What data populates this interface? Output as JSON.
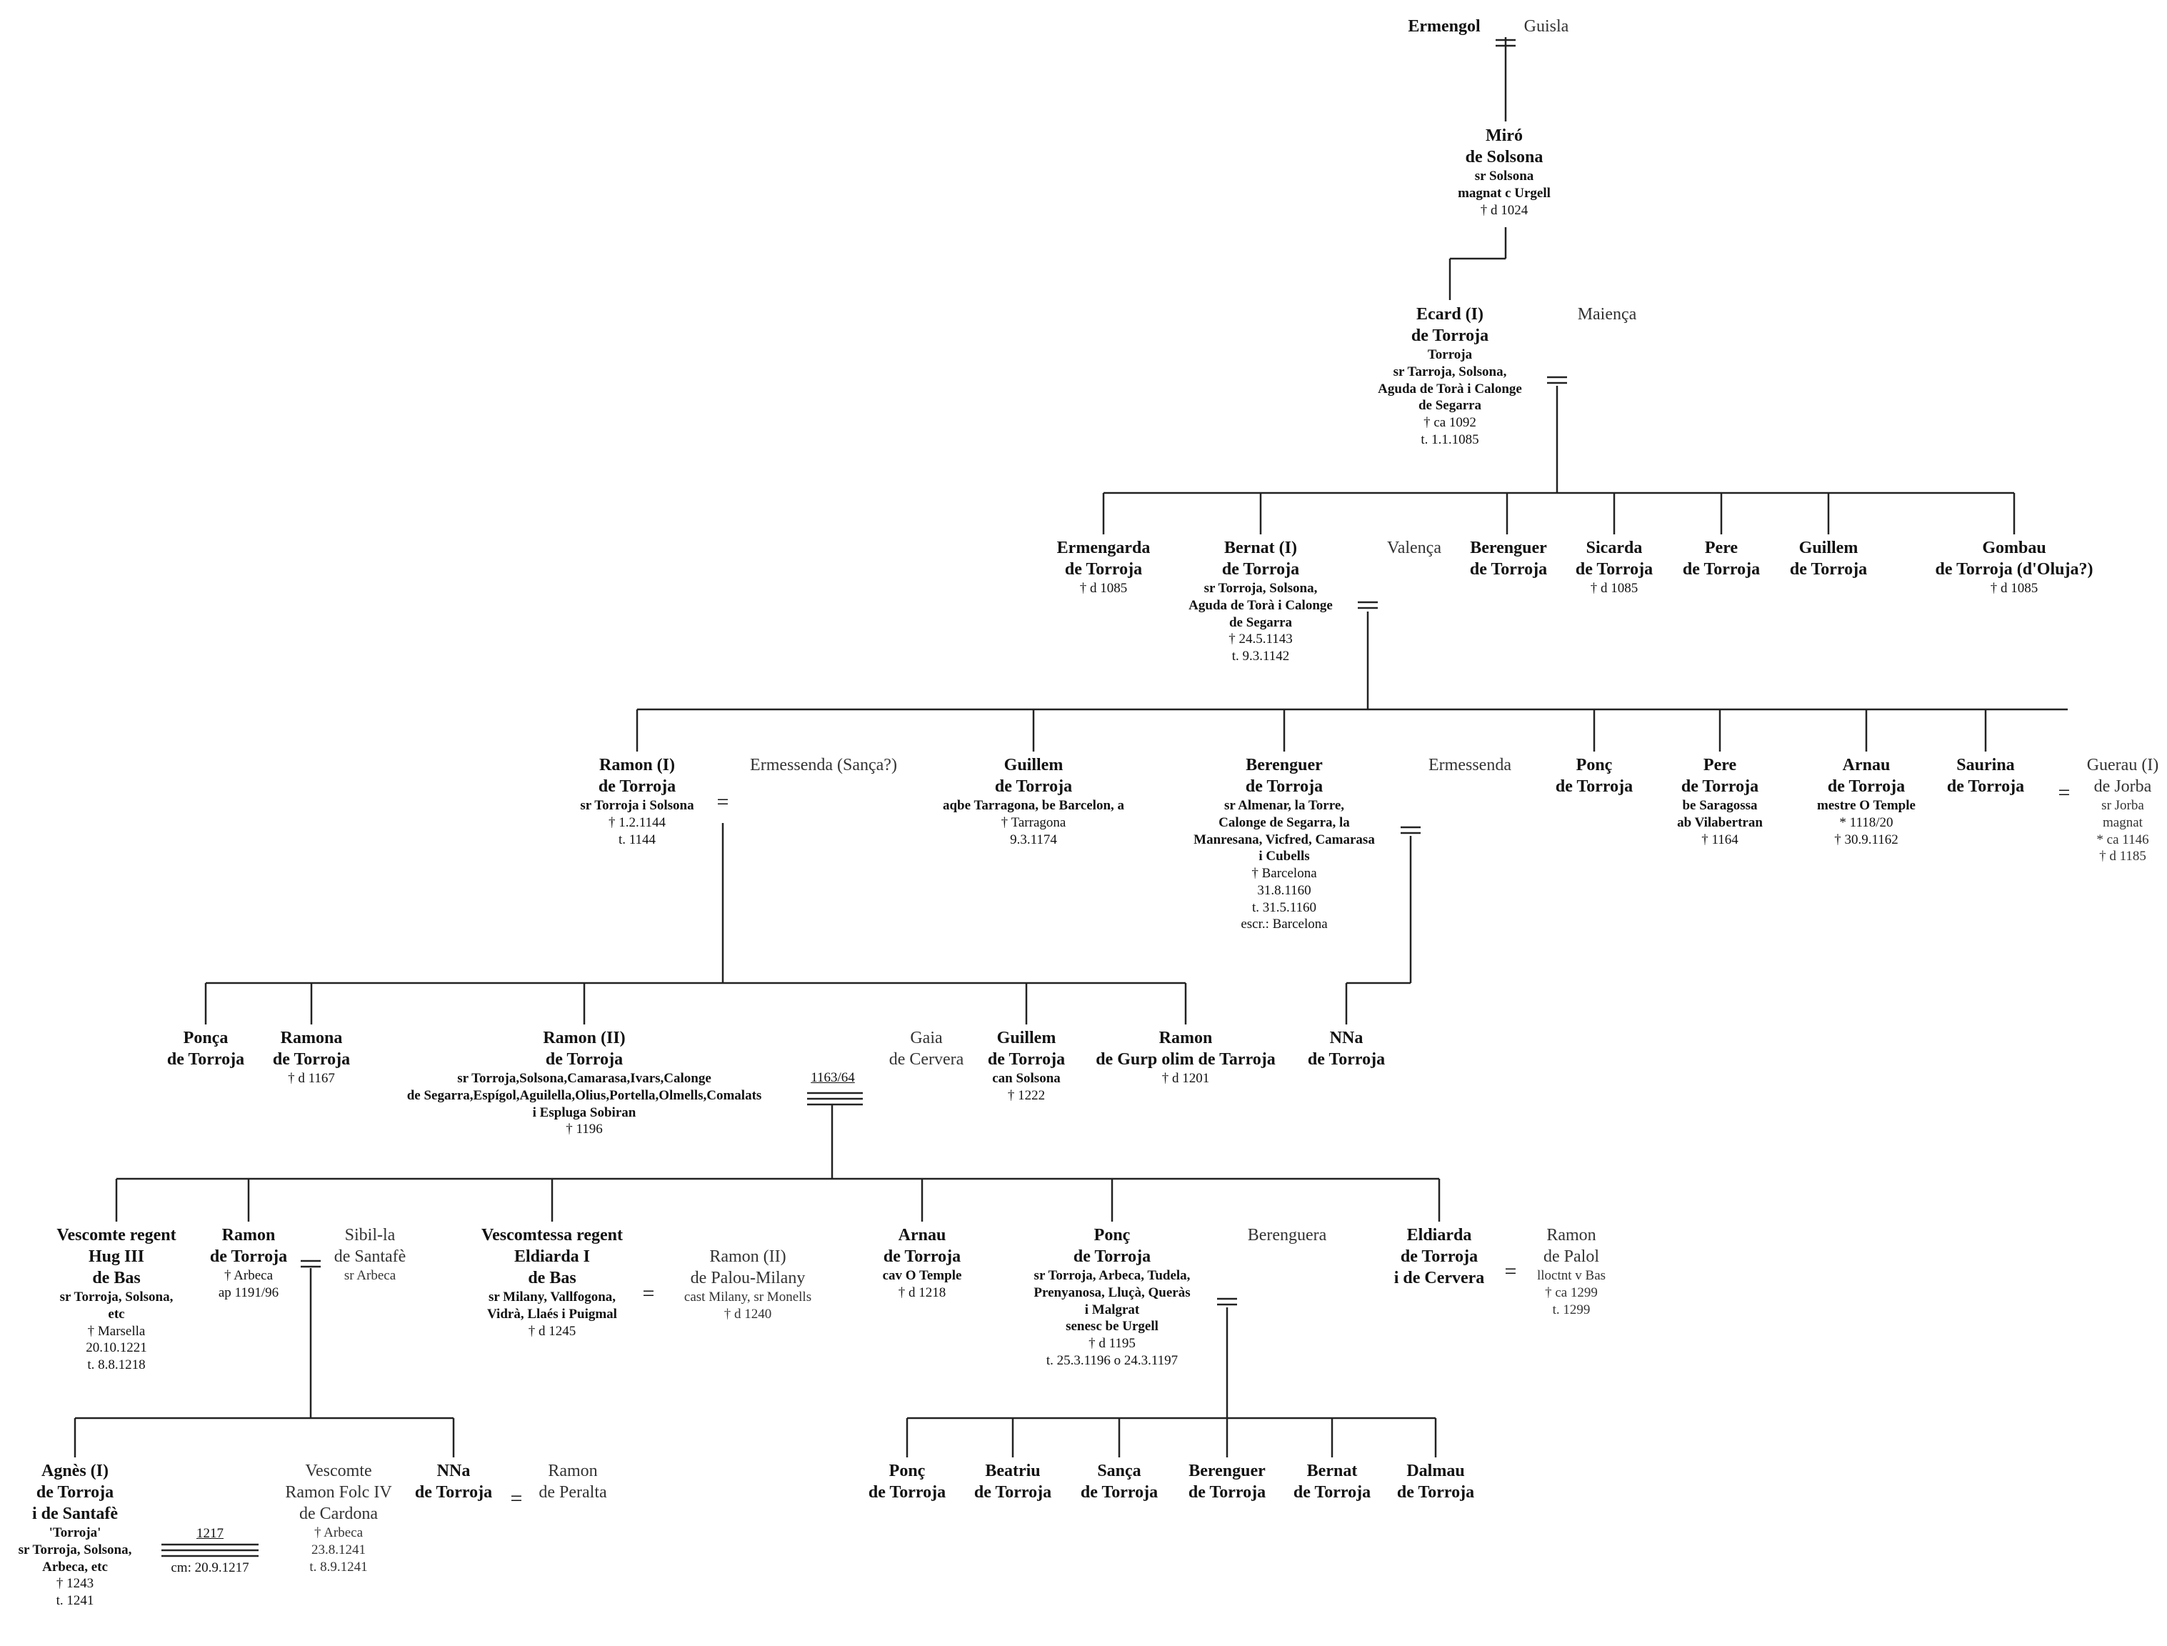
{
  "persons": {
    "ermengol": {
      "name": "Ermengol"
    },
    "guisla": {
      "name": "Guisla"
    },
    "miro": {
      "name": "Miró",
      "house": "de Solsona",
      "title1": "sr Solsona",
      "title2": "magnat c Urgell",
      "d1": "† d 1024"
    },
    "ecard": {
      "name": "Ecard (I)",
      "house": "de Torroja",
      "t1": "Torroja",
      "t2": "sr Tarroja, Solsona,",
      "t3": "Aguda de Torà i Calonge",
      "t4": "de Segarra",
      "d1": "† ca 1092",
      "d2": "t. 1.1.1085"
    },
    "maienca": {
      "name": "Maiença"
    },
    "ermengarda": {
      "name": "Ermengarda",
      "house": "de Torroja",
      "d1": "† d 1085"
    },
    "bernat": {
      "name": "Bernat (I)",
      "house": "de Torroja",
      "t1": "sr Torroja, Solsona,",
      "t2": "Aguda de Torà i Calonge",
      "t3": "de Segarra",
      "d1": "† 24.5.1143",
      "d2": "t. 9.3.1142"
    },
    "valenca": {
      "name": "Valença"
    },
    "berenguer1": {
      "name": "Berenguer",
      "house": "de Torroja"
    },
    "sicarda": {
      "name": "Sicarda",
      "house": "de Torroja",
      "d1": "† d 1085"
    },
    "pere1": {
      "name": "Pere",
      "house": "de Torroja"
    },
    "guillem1": {
      "name": "Guillem",
      "house": "de Torroja"
    },
    "gombau": {
      "name": "Gombau",
      "house": "de Torroja (d'Oluja?)",
      "d1": "† d 1085"
    },
    "ramon1": {
      "name": "Ramon (I)",
      "house": "de Torroja",
      "t1": "sr Torroja i Solsona",
      "d1": "† 1.2.1144",
      "d2": "t. 1144"
    },
    "ermessenda_s": {
      "name": "Ermessenda (Sança?)"
    },
    "guillem2": {
      "name": "Guillem",
      "house": "de Torroja",
      "t1": "aqbe Tarragona, be Barcelon, a",
      "d1": "† Tarragona",
      "d2": "9.3.1174"
    },
    "berenguer2": {
      "name": "Berenguer",
      "house": "de Torroja",
      "t1": "sr Almenar, la Torre,",
      "t2": "Calonge de Segarra, la",
      "t3": "Manresana, Vicfred, Camarasa",
      "t4": "i Cubells",
      "d1": "† Barcelona",
      "d2": "31.8.1160",
      "d3": "t. 31.5.1160",
      "d4": "escr.: Barcelona"
    },
    "ermessenda": {
      "name": "Ermessenda"
    },
    "ponc1": {
      "name": "Ponç",
      "house": "de Torroja"
    },
    "pere2": {
      "name": "Pere",
      "house": "de Torroja",
      "t1": "be Saragossa",
      "t2": "ab Vilabertran",
      "d1": "† 1164"
    },
    "arnau1": {
      "name": "Arnau",
      "house": "de Torroja",
      "t1": "mestre O Temple",
      "d1": "* 1118/20",
      "d2": "† 30.9.1162"
    },
    "saurina": {
      "name": "Saurina",
      "house": "de Torroja"
    },
    "guerau": {
      "name": "Guerau (I)",
      "house": "de Jorba",
      "t1": "sr Jorba",
      "t2": "magnat",
      "d1": "* ca 1146",
      "d2": "† d 1185"
    },
    "ponca": {
      "name": "Ponça",
      "house": "de Torroja"
    },
    "ramona": {
      "name": "Ramona",
      "house": "de Torroja",
      "d1": "† d 1167"
    },
    "ramon2": {
      "name": "Ramon (II)",
      "house": "de Torroja",
      "t1": "sr Torroja,Solsona,Camarasa,Ivars,Calonge",
      "t2": "de Segarra,Espígol,Aguilella,Olius,Portella,Olmells,Comalats",
      "t3": "i Espluga Sobiran",
      "d1": "† 1196"
    },
    "gaia": {
      "name": "Gaia",
      "house": "de Cervera"
    },
    "guillem3": {
      "name": "Guillem",
      "house": "de Torroja",
      "t1": "can Solsona",
      "d1": "† 1222"
    },
    "ramon_gurp": {
      "name": "Ramon",
      "house": "de Gurp olim de Tarroja",
      "d1": "† d 1201"
    },
    "nna1": {
      "name": "NNa",
      "house": "de Torroja"
    },
    "hug": {
      "name": "Vescomte regent",
      "n2": "Hug III",
      "house": "de Bas",
      "t1": "sr Torroja, Solsona,",
      "t2": "etc",
      "d1": "† Marsella",
      "d2": "20.10.1221",
      "d3": "t. 8.8.1218"
    },
    "ramon3": {
      "name": "Ramon",
      "house": "de Torroja",
      "d1": "† Arbeca",
      "d2": "ap 1191/96"
    },
    "sibilla": {
      "name": "Sibil-la",
      "house": "de Santafè",
      "t1": "sr Arbeca"
    },
    "eldiarda1": {
      "name": "Vescomtessa regent",
      "n2": "Eldiarda I",
      "house": "de Bas",
      "t1": "sr Milany, Vallfogona,",
      "t2": "Vidrà, Llaés i Puigmal",
      "d1": "† d 1245"
    },
    "ramon_palou": {
      "name": "Ramon (II)",
      "house": "de Palou-Milany",
      "t1": "cast Milany, sr Monells",
      "d1": "† d 1240"
    },
    "arnau2": {
      "name": "Arnau",
      "house": "de Torroja",
      "t1": "cav O Temple",
      "d1": "† d 1218"
    },
    "ponc2": {
      "name": "Ponç",
      "house": "de Torroja",
      "t1": "sr Torroja, Arbeca, Tudela,",
      "t2": "Prenyanosa, Lluçà, Queràs",
      "t3": "i Malgrat",
      "t4": "senesc be Urgell",
      "d1": "† d 1195",
      "d2": "t. 25.3.1196 o 24.3.1197"
    },
    "berenguera": {
      "name": "Berenguera"
    },
    "eldiarda2": {
      "name": "Eldiarda",
      "house": "de Torroja",
      "n3": "i de Cervera"
    },
    "ramon_palol": {
      "name": "Ramon",
      "house": "de Palol",
      "t1": "lloctnt v Bas",
      "d1": "† ca 1299",
      "d2": "t. 1299"
    },
    "agnes": {
      "name": "Agnès (I)",
      "house": "de Torroja",
      "n3": "i de Santafè",
      "t0": "'Torroja'",
      "t1": "sr Torroja, Solsona,",
      "t2": "Arbeca, etc",
      "d1": "† 1243",
      "d2": "t. 1241"
    },
    "cardona": {
      "name": "Vescomte",
      "n2": "Ramon Folc IV",
      "house": "de Cardona",
      "d1": "† Arbeca",
      "d2": "23.8.1241",
      "d3": "t. 8.9.1241"
    },
    "nna2": {
      "name": "NNa",
      "house": "de Torroja"
    },
    "ramon_peralta": {
      "name": "Ramon",
      "house": "de Peralta"
    },
    "ponc3": {
      "name": "Ponç",
      "house": "de Torroja"
    },
    "beatriu": {
      "name": "Beatriu",
      "house": "de Torroja"
    },
    "sanca": {
      "name": "Sança",
      "house": "de Torroja"
    },
    "berenguer3": {
      "name": "Berenguer",
      "house": "de Torroja"
    },
    "bernat2": {
      "name": "Bernat",
      "house": "de Torroja"
    },
    "dalmau": {
      "name": "Dalmau",
      "house": "de Torroja"
    }
  },
  "marriages": {
    "m1": "=",
    "m2": "=",
    "m3": "=",
    "m4": "=",
    "m5": "=",
    "m6": "=",
    "m7": "=",
    "m8": "=",
    "m9": "=",
    "m10": "=",
    "m11": "=",
    "date_ramon2": "1163/64",
    "date_agnes": "1217",
    "cm_agnes": "cm: 20.9.1217"
  }
}
